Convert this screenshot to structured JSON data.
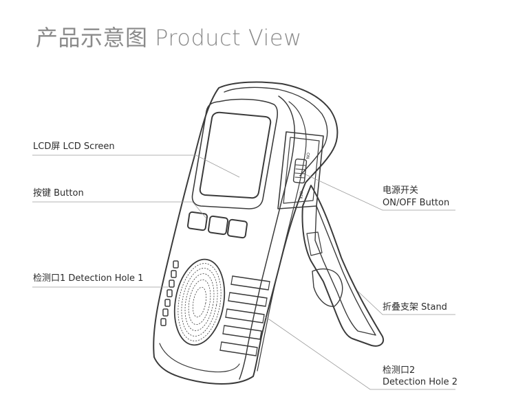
{
  "title": "产品示意图 Product View",
  "callouts": {
    "lcd": "LCD屏 LCD Screen",
    "button": "按键  Button",
    "hole1": "检测口1  Detection Hole 1",
    "power_cn": "电源开关",
    "power_en": "ON/OFF Button",
    "stand": "折叠支架  Stand",
    "hole2_cn": "检测口2",
    "hole2_en": "Detection Hole 2"
  },
  "switch_marks": {
    "on": "ON",
    "off": "OFF"
  },
  "colors": {
    "line": "#3a3a3a",
    "leader": "#9a9a9a",
    "title": "#8a8a8a"
  }
}
